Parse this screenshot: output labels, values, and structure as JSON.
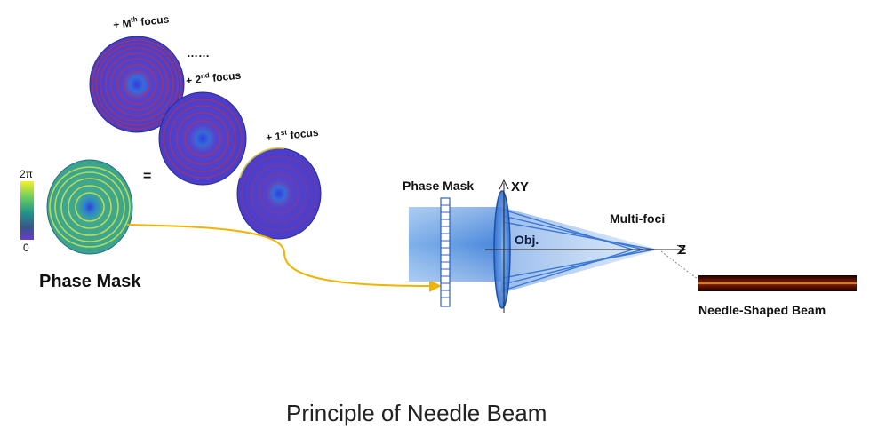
{
  "title": "Principle of Needle Beam",
  "left": {
    "phase_mask_label": "Phase Mask",
    "colorbar": {
      "top_label": "2π",
      "bottom_label": "0"
    },
    "equals": "=",
    "ellipsis": "……",
    "foci": [
      {
        "prefix": "+ 1",
        "sup": "st",
        "suffix": " focus"
      },
      {
        "prefix": "+ 2",
        "sup": "nd",
        "suffix": " focus"
      },
      {
        "prefix": "+ M",
        "sup": "th",
        "suffix": " focus"
      }
    ]
  },
  "optics": {
    "phase_mask_label": "Phase Mask",
    "xy_label": "XY",
    "obj_label": "Obj.",
    "multifoci_label": "Multi-foci",
    "z_label": "Z"
  },
  "beam": {
    "label": "Needle-Shaped Beam"
  },
  "colors": {
    "disk_blue": "#4a3dc8",
    "disk_green": "#3fa88c",
    "arrow": "#f0b400",
    "beam": "#2d6fd6",
    "ring_red": "#c0304a"
  }
}
